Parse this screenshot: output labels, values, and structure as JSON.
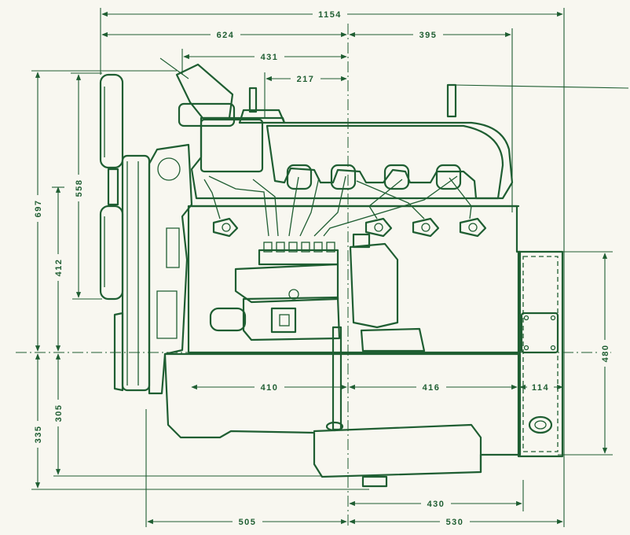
{
  "colors": {
    "ink": "#1f5e32",
    "paper": "#f8f7f0"
  },
  "dimensions": {
    "overall_length": "1154",
    "front_to_center": "624",
    "center_to_rear": "395",
    "intake_to_center": "431",
    "filler_to_center": "217",
    "front_to_mount": "410",
    "center_to_rear_mount": "416",
    "flange_offset": "114",
    "rear_to_center_lower": "430",
    "base_front": "505",
    "base_rear": "530",
    "overall_height": "697",
    "fan_height": "558",
    "upper_to_center": "412",
    "lower_total": "335",
    "lower_to_sump": "305",
    "flange_height": "480"
  }
}
